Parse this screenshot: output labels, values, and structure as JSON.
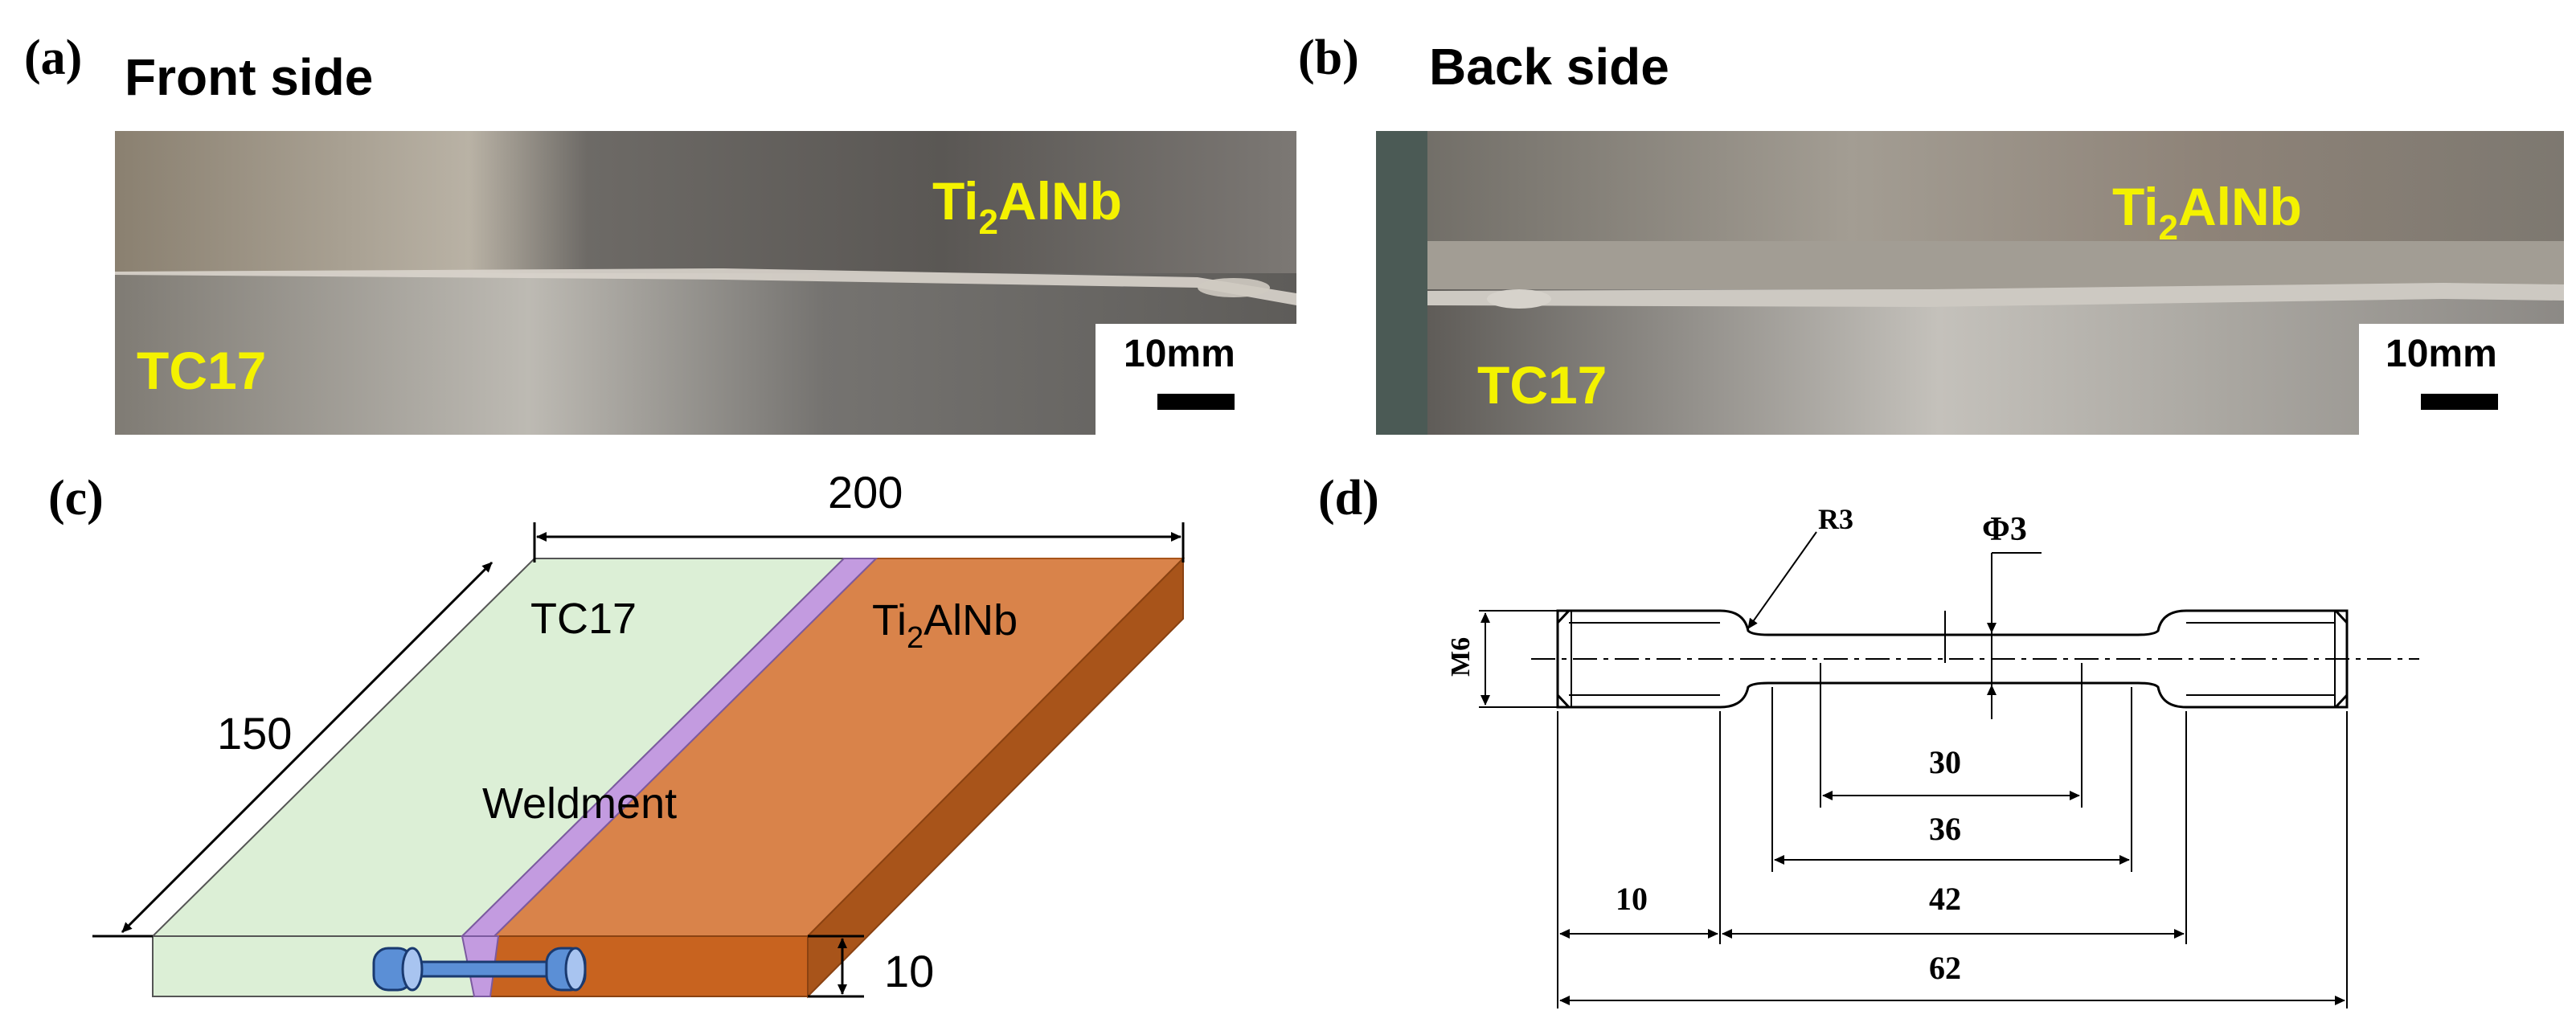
{
  "panel_a": {
    "label": "(a)",
    "title": "Front side",
    "top_material": "Ti",
    "top_material_sub": "2",
    "top_material_rest": "AlNb",
    "bottom_material": "TC17",
    "scale_text": "10mm"
  },
  "panel_b": {
    "label": "(b)",
    "title": "Back side",
    "top_material": "Ti",
    "top_material_sub": "2",
    "top_material_rest": "AlNb",
    "bottom_material": "TC17",
    "scale_text": "10mm"
  },
  "panel_c": {
    "label": "(c)",
    "dim_length": "200",
    "dim_width": "150",
    "dim_thickness": "10",
    "left_plate": "TC17",
    "right_plate_main": "Ti",
    "right_plate_sub": "2",
    "right_plate_rest": "AlNb",
    "weld_label": "Weldment",
    "colors": {
      "tc17": "#dcefd6",
      "ti2alnb_top": "#d9834a",
      "ti2alnb_side": "#c8631f",
      "ti2alnb_edge": "#a8541a",
      "weld": "#c39be0",
      "specimen": "#5b8fd6"
    }
  },
  "panel_d": {
    "label": "(d)",
    "radius_label": "R3",
    "diameter_label": "Φ3",
    "thread_label": "M6",
    "dims": {
      "gauge": "30",
      "parallel": "36",
      "reduced": "42",
      "grip": "10",
      "total": "62"
    }
  }
}
